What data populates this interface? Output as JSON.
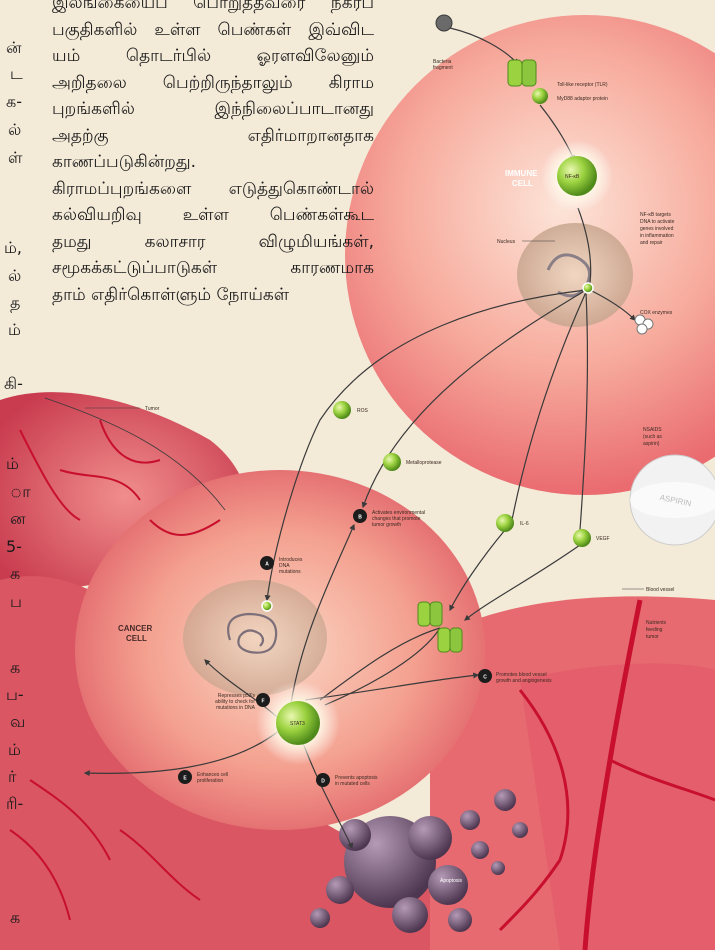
{
  "text": {
    "paragraph_1": [
      "இலங்கையைப் பொறுத்தவரை நகரப்",
      "பகுதிகளில் உள்ள பெண்கள் இவ்விட",
      "யம் தொடர்பில் ஓரளவிலேனும்",
      "அறிதலை பெற்றிருந்தாலும் கிராம",
      "புறங்களில் இந்நிலைப்பாடானது",
      "அதற்கு எதிர்மாறானதாக",
      "காணப்படுகின்றது."
    ],
    "paragraph_2": [
      "கிராமப்புறங்களை எடுத்துகொண்டால்",
      "கல்வியறிவு உள்ள பெண்கள்கூட",
      "தமது கலாசார விழுமியங்கள்,",
      "சமூகக்கட்டுப்பாடுகள் காரணமாக",
      "தாம் எதிர்கொள்ளும் நோய்கள்"
    ],
    "margin_fragments": [
      "ன்",
      "ட",
      "க-",
      "ல்",
      "ள்",
      "ம்,",
      "ல்",
      "த",
      "ம்",
      "கி-",
      "ம்",
      "ா",
      "ன",
      "5-",
      "க",
      "ப",
      "க",
      "ப-",
      "வ",
      "ம்",
      "ர்",
      "ரி-",
      "க"
    ]
  },
  "diagram": {
    "immune_cell_title": [
      "IMMUNE",
      "CELL"
    ],
    "cancer_cell_title": [
      "CANCER",
      "CELL"
    ],
    "bacteria_fragment": [
      "Bacteria",
      "fragment"
    ],
    "tlr": "Toll-like receptor (TLR)",
    "myd88": "MyD88 adaptor protein",
    "nfkb": "NF-κB",
    "nucleus": "Nucleus",
    "nfkb_targets": [
      "NF-κB targets",
      "DNA to activate",
      "genes involved",
      "in inflammation",
      "and repair"
    ],
    "cox": "COX enzymes",
    "nsaids": [
      "NSAIDS",
      "(such as",
      "aspirin)"
    ],
    "aspirin_text": "ASPIRIN",
    "tumor": "Tumor",
    "ros": "ROS",
    "metalloprotease": "Metalloprotease",
    "il6": "IL-6",
    "vegf": "VEGF",
    "stat3": "STAT3",
    "blood_vessel": "Blood vessel",
    "nutrients": [
      "Nutrients",
      "feeding",
      "tumor"
    ],
    "apoptosis": "Apoptosis",
    "steps": {
      "A": {
        "letter": "A",
        "lines": [
          "Introduces",
          "DNA",
          "mutations"
        ]
      },
      "B": {
        "letter": "B",
        "lines": [
          "Activates environmental",
          "changes that promote",
          "tumor growth"
        ]
      },
      "C": {
        "letter": "C",
        "lines": [
          "Promotes blood vessel",
          "growth and angiogenesis"
        ]
      },
      "D": {
        "letter": "D",
        "lines": [
          "Prevents apoptosis",
          "in mutated cells"
        ]
      },
      "E": {
        "letter": "E",
        "lines": [
          "Enhances cell",
          "proliferation"
        ]
      },
      "F": {
        "letter": "F",
        "lines": [
          "Represses p53's",
          "ability to check for",
          "mutations in DNA"
        ]
      }
    },
    "colors": {
      "background": "#f3ead8",
      "immune_cell": "#f08a7a",
      "cancer_cell": "#ef8f86",
      "tissue": "#d94658",
      "blood": "#c8102e",
      "green_molecule": "#8cc63f",
      "apoptosis": "#6e5570",
      "arrow": "#3a3a3a"
    }
  }
}
